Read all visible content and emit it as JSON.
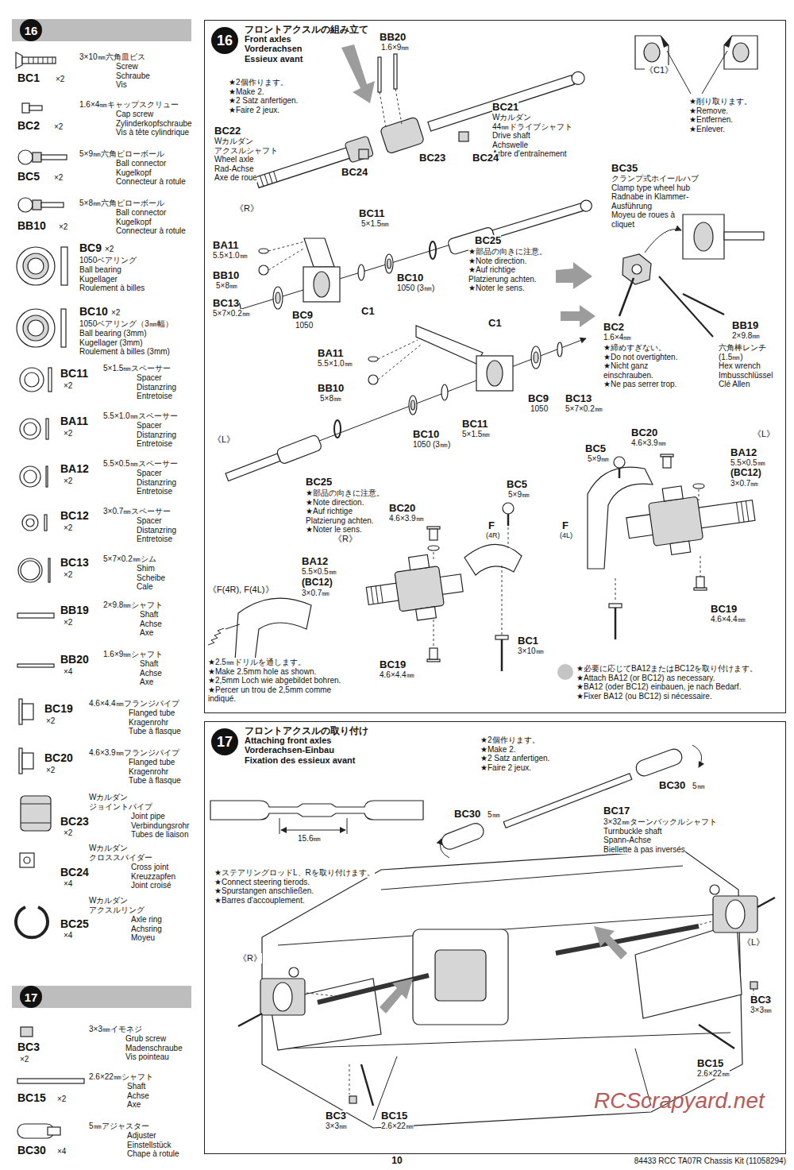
{
  "diagram": {
    "nodes": [
      {
        "text": [
          "16"
        ]
      },
      {
        "text": [
          "17"
        ]
      },
      {
        "text": [
          "フロントアクスルの組み立て",
          "Front axles",
          "Vorderachsen",
          "Essieux avant"
        ]
      },
      {
        "text": [
          "16"
        ],
        "in": 2
      },
      {
        "text": [
          "フロントアクスルの取り付け",
          "Attaching front axles",
          "Vorderachsen-Einbau",
          "Fixation des essieux avant"
        ]
      },
      {
        "text": [
          "17"
        ],
        "in": 4
      }
    ],
    "labels": [
      "BC1",
      "×2",
      "3×10㎜六角皿ビス",
      "Screw",
      "Schraube",
      "Vis",
      "BC2",
      "×2",
      "1.6×4㎜キャップスクリュー",
      "Cap screw",
      "Zylinderkopfschraube",
      "Vis à tête cylindrique",
      "BC5",
      "×2",
      "5×9㎜六角ピローボール",
      "Ball connector",
      "Kugelkopf",
      "Connecteur à rotule",
      "BB10",
      "×2",
      "5×8㎜六角ピローボール",
      "Ball connector",
      "Kugelkopf",
      "Connecteur à rotule",
      "BC9",
      "×2",
      "1050ベアリング",
      "Ball bearing",
      "Kugellager",
      "Roulement à billes",
      "BC10",
      "×2",
      "1050ベアリング（3㎜幅）",
      "Ball bearing (3mm)",
      "Kugellager (3mm)",
      "Roulement à billes (3mm)",
      "BC11",
      "×2",
      "5×1.5㎜スペーサー",
      "Spacer",
      "Distanzring",
      "Entretoise",
      "BA11",
      "×2",
      "5.5×1.0㎜スペーサー",
      "Spacer",
      "Distanzring",
      "Entretoise",
      "BA12",
      "×2",
      "5.5×0.5㎜スペーサー",
      "Spacer",
      "Distanzring",
      "Entretoise",
      "BC12",
      "×2",
      "3×0.7㎜スペーサー",
      "Spacer",
      "Distanzring",
      "Entretoise",
      "BC13",
      "×2",
      "5×7×0.2㎜シム",
      "Shim",
      "Scheibe",
      "Cale",
      "BB19",
      "×2",
      "2×9.8㎜シャフト",
      "Shaft",
      "Achse",
      "Axe",
      "BB20",
      "×4",
      "1.6×9㎜シャフト",
      "Shaft",
      "Achse",
      "Axe",
      "BC19",
      "×2",
      "4.6×4.4㎜フランジパイプ",
      "Flanged tube",
      "Kragenrohr",
      "Tube à flasque",
      "BC20",
      "×2",
      "4.6×3.9㎜フランジパイプ",
      "Flanged tube",
      "Kragenrohr",
      "Tube à flasque",
      "BC23",
      "×2",
      "Wカルダン",
      "ジョイントパイプ",
      "Joint pipe",
      "Verbindungsrohr",
      "Tubes de liaison",
      "BC24",
      "×4",
      "Wカルダン",
      "クロススパイダー",
      "Cross joint",
      "Kreuzzapfen",
      "Joint croisé",
      "BC25",
      "×4",
      "Wカルダン",
      "アクスルリング",
      "Axle ring",
      "Achsring",
      "Moyeu",
      "BC3",
      "×2",
      "3×3㎜イモネジ",
      "Grub screw",
      "Madenschraube",
      "Vis pointeau",
      "BC15",
      "×2",
      "2.6×22㎜シャフト",
      "Shaft",
      "Achse",
      "Axe",
      "BC30",
      "×4",
      "5㎜アジャスター",
      "Adjuster",
      "Einstellstück",
      "Chape à rotule",
      "BB20",
      "1.6×9㎜",
      "★2個作ります。",
      "★Make 2.",
      "★2 Satz anfertigen.",
      "★Faire 2 jeux.",
      "BC21",
      "Wカルダン",
      "44㎜ドライブシャフト",
      "Drive shaft",
      "Achswelle",
      "Arbre d'entraînement",
      "BC22",
      "Wカルダン",
      "アクスルシャフト",
      "Wheel axle",
      "Rad-Achse",
      "Axe de roue",
      "BC24",
      "BC23",
      "BC24",
      "《C1》",
      "★削り取ります。",
      "★Remove.",
      "★Entfernen.",
      "★Enlever.",
      "BC35",
      "クランプ式ホイールハブ",
      "Clamp type wheel hub",
      "Radnabe in Klammer-",
      "Ausführung",
      "Moyeu de roues à",
      "cliquet",
      "《R》",
      "BC11",
      "5×1.5㎜",
      "BA11",
      "5.5×1.0㎜",
      "BC25",
      "★部品の向きに注意。",
      "★Note direction.",
      "★Auf richtige",
      "Platzierung achten.",
      "★Noter le sens.",
      "BB10",
      "5×8㎜",
      "BC10",
      "1050 (3㎜)",
      "BC13",
      "5×7×0.2㎜",
      "BC9",
      "1050",
      "C1",
      "BB19",
      "2×9.8㎜",
      "BC2",
      "1.6×4㎜",
      "★締めすぎない。",
      "★Do not overtighten.",
      "★Nicht ganz",
      "einschrauben.",
      "★Ne pas serrer trop.",
      "六角棒レンチ",
      "(1.5㎜)",
      "Hex wrench",
      "Imbusschlüssel",
      "Clé Allen",
      "C1",
      "BA11",
      "5.5×1.0㎜",
      "BB10",
      "5×8㎜",
      "BC9",
      "1050",
      "BC13",
      "5×7×0.2㎜",
      "BC11",
      "5×1.5㎜",
      "BC10",
      "1050 (3㎜)",
      "《L》",
      "BC25",
      "★部品の向きに注意。",
      "★Note direction.",
      "★Auf richtige",
      "Platzierung achten.",
      "★Noter le sens.",
      "BC20",
      "4.6×3.9㎜",
      "《L》",
      "BC5",
      "5×9㎜",
      "BA12",
      "5.5×0.5㎜",
      "(BC12)",
      "3×0.7㎜",
      "BC5",
      "5×9㎜",
      "BC20",
      "4.6×3.9㎜",
      "F",
      "(4R)",
      "F",
      "(4L)",
      "《R》",
      "BA12",
      "5.5×0.5㎜",
      "(BC12)",
      "3×0.7㎜",
      "《F(4R), F(4L)》",
      "BC19",
      "4.6×4.4㎜",
      "BC1",
      "3×10㎜",
      "BC19",
      "4.6×4.4㎜",
      "★2.5㎜ドリルを通します。",
      "★Make 2.5mm hole as shown.",
      "★2,5mm Loch wie abgebildet bohren.",
      "★Percer un trou de 2,5mm comme",
      "indiqué.",
      "★必要に応じてBA12またはBC12を取り付けます。",
      "★Attach BA12 (or BC12) as necessary.",
      "★BA12 (oder BC12) einbauen, je nach Bedarf.",
      "★Fixer BA12 (ou BC12) si nécessaire.",
      "★2個作ります。",
      "★Make 2.",
      "★2 Satz anfertigen.",
      "★Faire 2 jeux.",
      "BC30",
      "5㎜",
      "BC30",
      "5㎜",
      "BC17",
      "3×32㎜ターンバックルシャフト",
      "Turnbuckle shaft",
      "Spann-Achse",
      "Biellette à pas inversés",
      "15.6㎜",
      "★ステアリングロッドL、Rを取り付けます。",
      "★Connect steering tierods.",
      "★Spurstangen anschließen.",
      "★Barres d'accouplement.",
      "《L》",
      "《R》",
      "BC3",
      "3×3㎜",
      "BC15",
      "2.6×22㎜",
      "BC3",
      "3×3㎜",
      "BC15",
      "2.6×22㎜",
      "10",
      "84433 RCC TA07R Chassis Kit (11058294)",
      "RCScrapyard.net"
    ]
  }
}
